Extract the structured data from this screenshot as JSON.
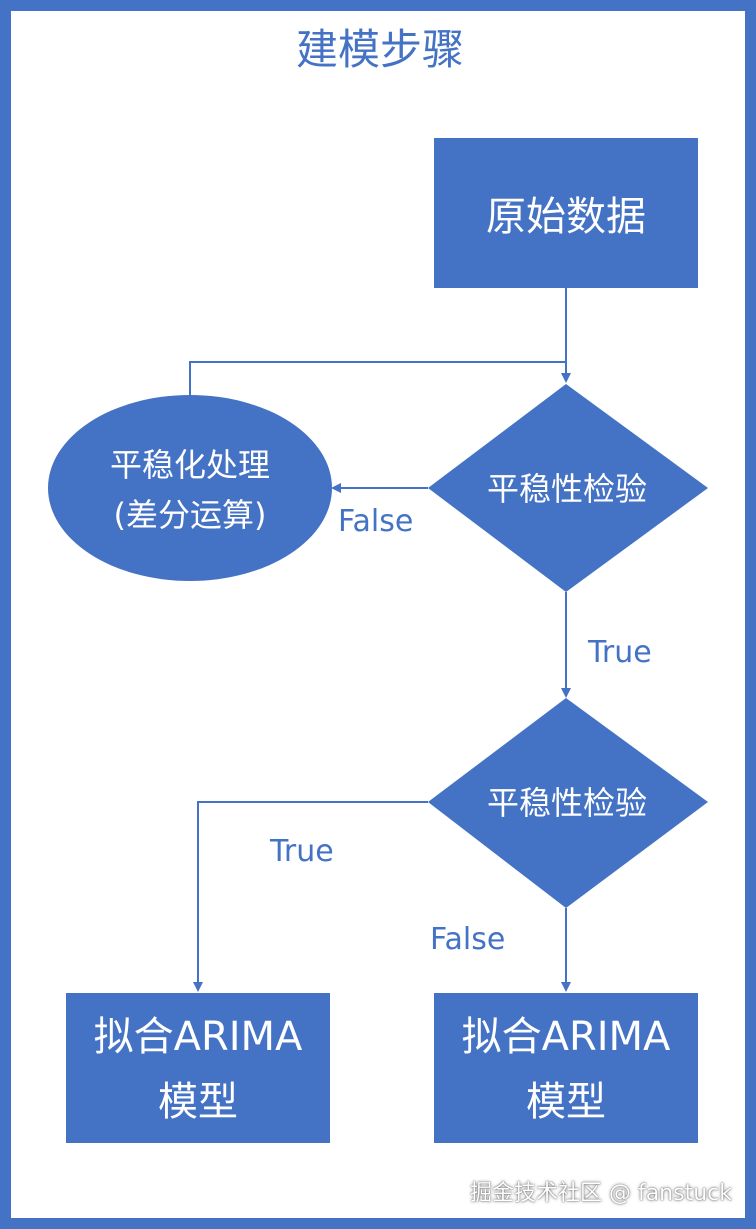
{
  "title": "建模步骤",
  "colors": {
    "primary": "#4472C4",
    "node_text": "#FFFFFF",
    "background": "#FFFFFF"
  },
  "nodes": {
    "raw_data": {
      "shape": "rectangle",
      "label": "原始数据"
    },
    "stationary_process": {
      "shape": "ellipse",
      "line1": "平稳化处理",
      "line2": "(差分运算)"
    },
    "check1": {
      "shape": "diamond",
      "label": "平稳性检验"
    },
    "check2": {
      "shape": "diamond",
      "label": "平稳性检验"
    },
    "fit_left": {
      "shape": "rectangle",
      "line1": "拟合ARIMA",
      "line2": "模型"
    },
    "fit_right": {
      "shape": "rectangle",
      "line1": "拟合ARIMA",
      "line2": "模型"
    }
  },
  "edges": {
    "check1_false": "False",
    "check1_true": "True",
    "check2_true": "True",
    "check2_false": "False"
  },
  "watermark": "掘金技术社区 @ fanstuck"
}
